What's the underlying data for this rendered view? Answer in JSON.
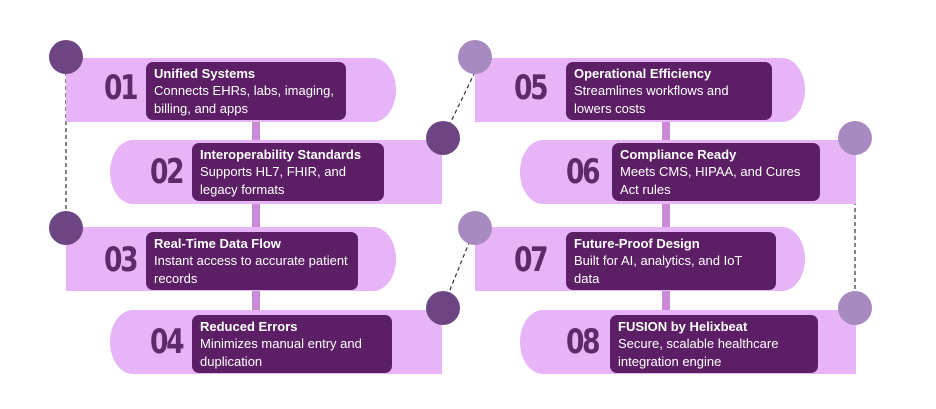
{
  "items": [
    {
      "num": "01",
      "title": "Unified Systems",
      "desc": "Connects EHRs, labs, imaging, billing, and apps"
    },
    {
      "num": "02",
      "title": "Interoperability Standards",
      "desc": "Supports HL7, FHIR, and legacy formats"
    },
    {
      "num": "03",
      "title": "Real-Time Data Flow",
      "desc": "Instant access to accurate patient records"
    },
    {
      "num": "04",
      "title": "Reduced Errors",
      "desc": "Minimizes manual entry and duplication"
    },
    {
      "num": "05",
      "title": "Operational Efficiency",
      "desc": "Streamlines workflows and lowers costs"
    },
    {
      "num": "06",
      "title": "Compliance Ready",
      "desc": "Meets CMS, HIPAA, and Cures Act rules"
    },
    {
      "num": "07",
      "title": "Future-Proof Design",
      "desc": "Built for AI, analytics, and IoT data"
    },
    {
      "num": "08",
      "title": "FUSION by Helixbeat",
      "desc": "Secure, scalable healthcare integration engine"
    }
  ],
  "colors": {
    "pill": "#e6b4f7",
    "card": "#5c1f66",
    "number": "#5f2a6b",
    "dot_dark": "#6e4583",
    "dot_light": "#a78bc0"
  }
}
